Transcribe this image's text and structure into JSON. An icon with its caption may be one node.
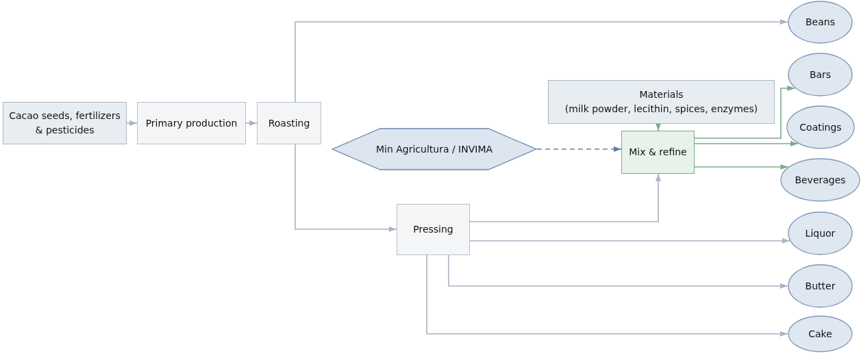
{
  "diagram": {
    "nodes": [
      {
        "text": [
          "Cacao seeds, fertilizers & pesticides"
        ]
      },
      {
        "text": [
          "Primary production"
        ]
      },
      {
        "text": [
          "Roasting"
        ]
      },
      {
        "text": [
          "Min Agricultura / INVIMA"
        ]
      },
      {
        "text": [
          "Materials",
          "(milk powder, lecithin, spices, enzymes)"
        ]
      },
      {
        "text": [
          "Mix & refine"
        ]
      },
      {
        "text": [
          "Pressing"
        ]
      },
      {
        "text": [
          "Beans"
        ]
      },
      {
        "text": [
          "Bars"
        ]
      },
      {
        "text": [
          "Coatings"
        ]
      },
      {
        "text": [
          "Beverages"
        ]
      },
      {
        "text": [
          "Liquor"
        ]
      },
      {
        "text": [
          "Butter"
        ]
      },
      {
        "text": [
          "Cake"
        ]
      }
    ],
    "edges": [
      {
        "from": 0,
        "to": 1,
        "arrow": "to"
      },
      {
        "from": 1,
        "to": 2,
        "arrow": "to"
      },
      {
        "from": 2,
        "to": 7,
        "arrow": "to"
      },
      {
        "from": 2,
        "to": 6,
        "arrow": "to"
      },
      {
        "from": 3,
        "to": 5,
        "arrow": "to",
        "style": "dashed",
        "color": "#5b7fa6"
      },
      {
        "from": 4,
        "to": 5,
        "arrow": "to",
        "color": "#7aab8a"
      },
      {
        "from": 6,
        "to": 5,
        "arrow": "to"
      },
      {
        "from": 5,
        "to": 8,
        "arrow": "to",
        "color": "#7aab8a"
      },
      {
        "from": 5,
        "to": 9,
        "arrow": "to",
        "color": "#7aab8a"
      },
      {
        "from": 5,
        "to": 10,
        "arrow": "to",
        "color": "#7aab8a"
      },
      {
        "from": 6,
        "to": 11,
        "arrow": "to"
      },
      {
        "from": 6,
        "to": 12,
        "arrow": "to"
      },
      {
        "from": 6,
        "to": 13,
        "arrow": "to"
      }
    ]
  }
}
